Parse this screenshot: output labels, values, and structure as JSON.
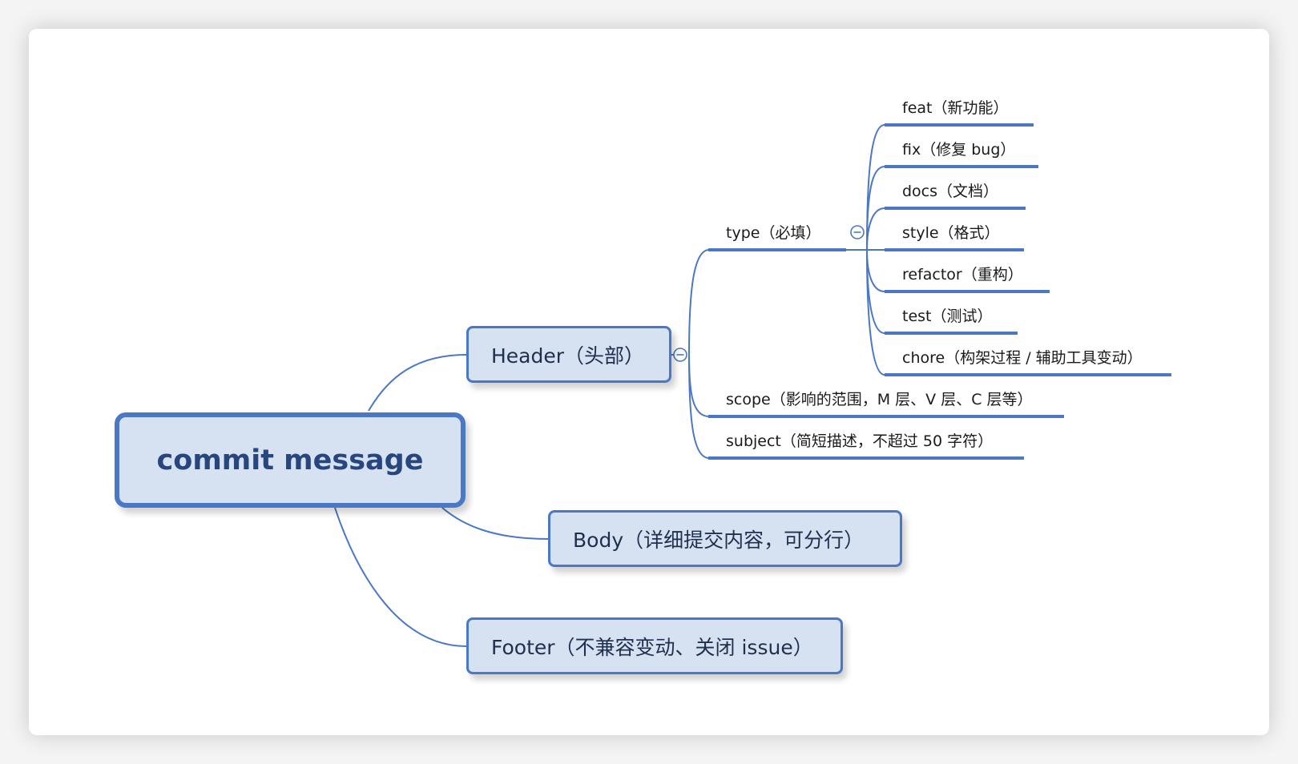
{
  "root": {
    "label": "commit message"
  },
  "branches": {
    "header": {
      "label": "Header（头部）",
      "collapse_icon": "minus-circle-icon",
      "children": {
        "type": {
          "label": "type（必填）",
          "collapse_icon": "minus-circle-icon",
          "children": [
            "feat（新功能）",
            "fix（修复 bug）",
            "docs（文档）",
            "style（格式）",
            "refactor（重构）",
            "test（测试）",
            "chore（构架过程 / 辅助工具变动）"
          ]
        },
        "scope": {
          "label": "scope（影响的范围，M 层、V 层、C 层等）"
        },
        "subject": {
          "label": "subject（简短描述，不超过 50 字符）"
        }
      }
    },
    "body": {
      "label": "Body（详细提交内容，可分行）"
    },
    "footer": {
      "label": "Footer（不兼容变动、关闭 issue）"
    }
  },
  "colors": {
    "line": "#4a78c5",
    "box_fill": "#d6e1f2",
    "root_text": "#28467e"
  }
}
